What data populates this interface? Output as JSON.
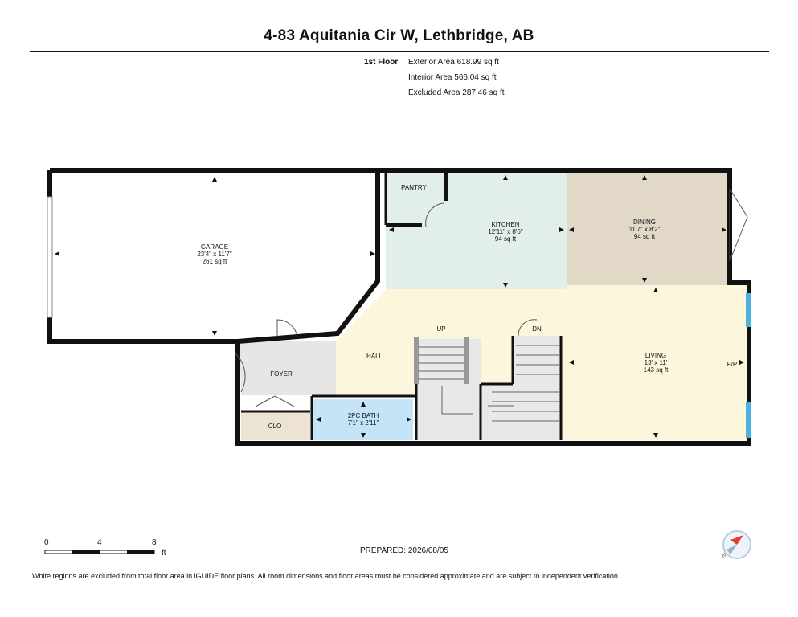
{
  "header": {
    "title": "4-83 Aquitania Cir W, Lethbridge, AB",
    "floor_label": "1st Floor",
    "areas": [
      "Exterior Area 618.99 sq ft",
      "Interior Area 566.04 sq ft",
      "Excluded Area 287.46 sq ft"
    ]
  },
  "rooms": {
    "garage": {
      "name": "GARAGE",
      "dims": "23'4\" x 11'7\"",
      "area": "261 sq ft"
    },
    "pantry": {
      "name": "PANTRY"
    },
    "kitchen": {
      "name": "KITCHEN",
      "dims": "12'11\" x 8'6\"",
      "area": "94 sq ft"
    },
    "dining": {
      "name": "DINING",
      "dims": "11'7\" x 8'2\"",
      "area": "94 sq ft"
    },
    "hall": {
      "name": "HALL"
    },
    "foyer": {
      "name": "FOYER"
    },
    "clo": {
      "name": "CLO"
    },
    "bath": {
      "name": "2PC BATH",
      "dims": "7'1\" x 2'11\""
    },
    "living": {
      "name": "LIVING",
      "dims": "13' x 11'",
      "area": "143 sq ft"
    },
    "stair_up": "UP",
    "stair_dn": "DN",
    "fireplace": "F/P"
  },
  "scale": {
    "labels": [
      "0",
      "4",
      "8"
    ],
    "unit": "ft"
  },
  "prepared": "PREPARED: 2026/08/05",
  "footer": "White regions are excluded from total floor area in iGUIDE floor plans. All room dimensions and floor areas must be considered approximate and are subject to independent verification.",
  "colors": {
    "wall": "#111111",
    "garage": "#ffffff",
    "pantry": "#e6dccc",
    "kitchen": "#e1efe8",
    "dining": "#e2d8c8",
    "living": "#fbf6dc",
    "foyer": "#e6e6e6",
    "bath": "#c5e4f8",
    "clo": "#ece3d3",
    "window": "#4fb0dd",
    "compass_needle": "#e03a2a"
  },
  "compass_icon": "north-arrow-icon"
}
